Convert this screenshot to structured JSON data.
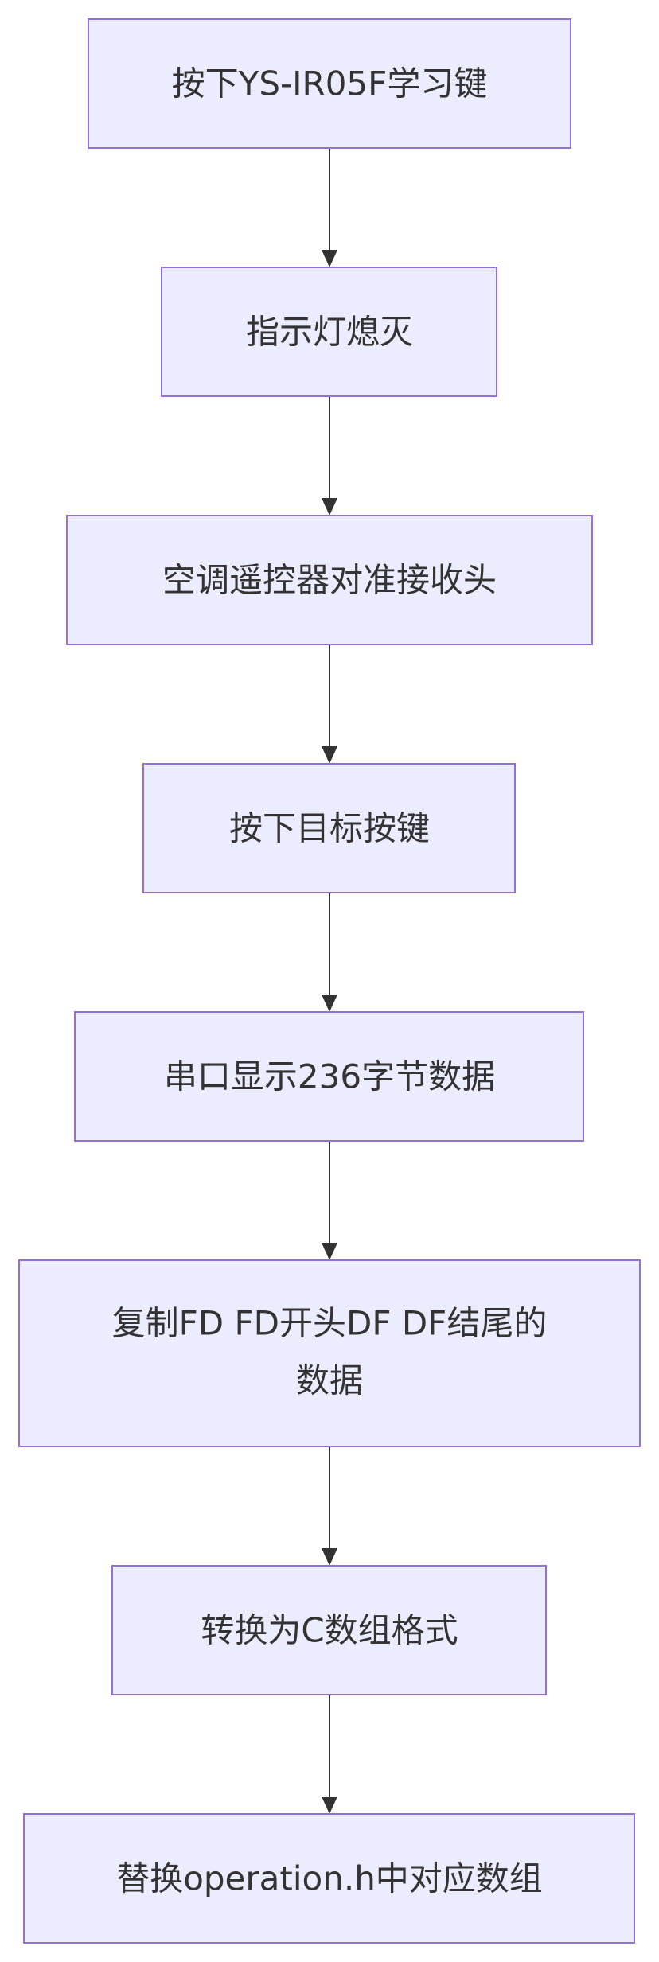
{
  "diagram": {
    "type": "flowchart",
    "direction": "top-down",
    "node_fill": "#ECECFF",
    "node_border": "#9370DB",
    "edge_color": "#333333",
    "steps": [
      {
        "label": "按下YS-IR05F学习键"
      },
      {
        "label": "指示灯熄灭"
      },
      {
        "label": "空调遥控器对准接收头"
      },
      {
        "label": "按下目标按键"
      },
      {
        "label": "串口显示236字节数据"
      },
      {
        "label": "复制FD FD开头DF DF结尾的数据",
        "lines": [
          "复制FD FD开头DF DF结尾的",
          "数据"
        ]
      },
      {
        "label": "转换为C数组格式"
      },
      {
        "label": "替换operation.h中对应数组"
      }
    ],
    "edges": [
      {
        "from": 0,
        "to": 1
      },
      {
        "from": 1,
        "to": 2
      },
      {
        "from": 2,
        "to": 3
      },
      {
        "from": 3,
        "to": 4
      },
      {
        "from": 4,
        "to": 5
      },
      {
        "from": 5,
        "to": 6
      },
      {
        "from": 6,
        "to": 7
      }
    ]
  }
}
